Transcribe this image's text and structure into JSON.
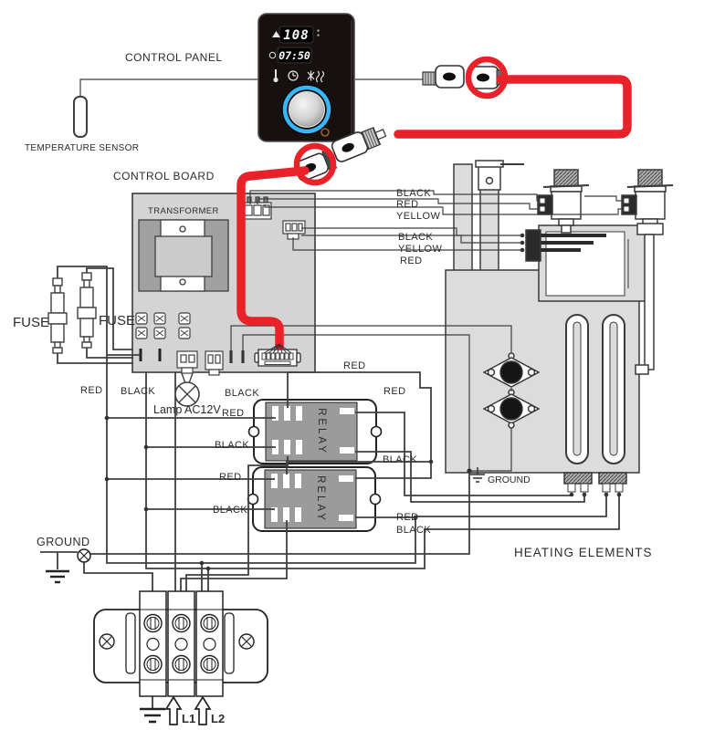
{
  "component_labels": {
    "control_panel": "CONTROL PANEL",
    "temperature_sensor": "TEMPERATURE SENSOR",
    "control_board": "CONTROL BOARD",
    "transformer": "TRANSFORMER",
    "fuse_a": "FUSE",
    "fuse_b": "FUSE",
    "lamp": "Lamp AC12V",
    "relay_a": "RELAY",
    "relay_b": "RELAY",
    "ground_main": "GROUND",
    "ground_tank": "GROUND",
    "heating_elements": "HEATING ELEMENTS",
    "line1": "L1",
    "line2": "L2"
  },
  "panel_display": {
    "temperature": "108",
    "time": "07:50"
  },
  "wire_labels": [
    "BLACK",
    "RED",
    "YELLOW",
    "BLACK",
    "YELLOW",
    "RED",
    "RED",
    "BLACK",
    "BLACK",
    "RED",
    "RED",
    "RED",
    "BLACK",
    "BLACK",
    "RED",
    "BLACK",
    "RED",
    "BLACK"
  ],
  "colors": {
    "highlight_red": "#e92128",
    "knob_blue": "#38b6f5",
    "wire": "#3f3f3f",
    "board_gray": "#d4d4d4",
    "tank_gray": "#dcdcdc",
    "relay_gray": "#9b9b9b",
    "panel_black": "#16100f"
  }
}
